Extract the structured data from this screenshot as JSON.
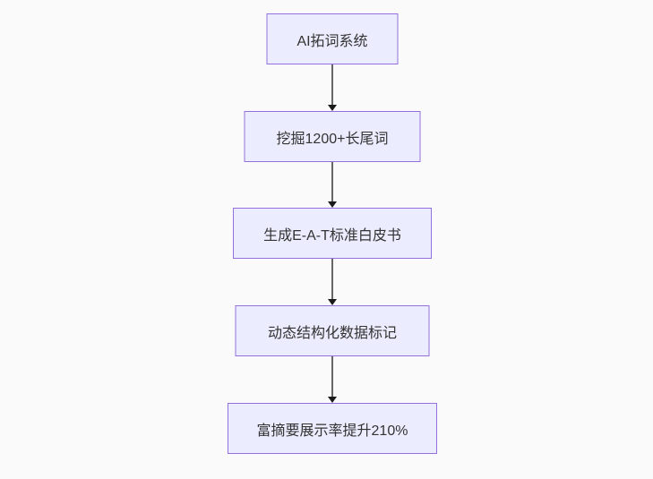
{
  "page": {
    "background_color": "#fafafa"
  },
  "flow": {
    "type": "flowchart",
    "direction": "top-down",
    "node_fill_color": "#ECECFF",
    "node_border_color": "#9370DB",
    "node_text_color": "#333333",
    "edge_line_color": "#666666",
    "edge_arrowhead_color": "#1a1a1a",
    "steps": [
      {
        "label": "AI拓词系统"
      },
      {
        "label": "挖掘1200+长尾词"
      },
      {
        "label": "生成E-A-T标准白皮书"
      },
      {
        "label": "动态结构化数据标记"
      },
      {
        "label": "富摘要展示率提升210%"
      }
    ]
  }
}
